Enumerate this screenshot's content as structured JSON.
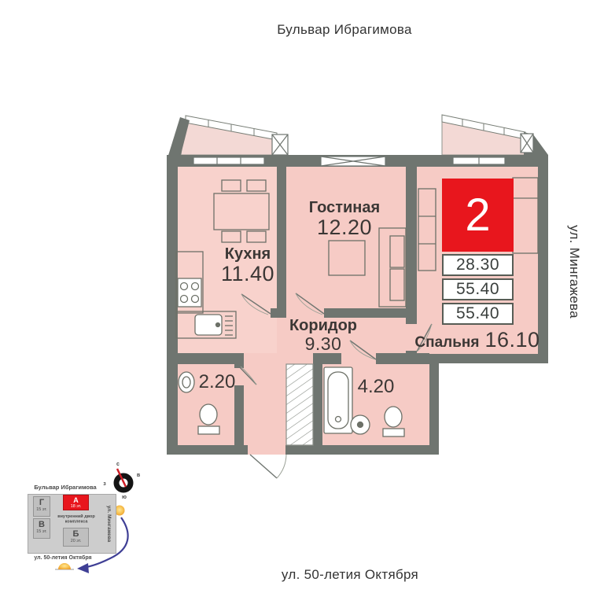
{
  "streets": {
    "top": "Бульвар Ибрагимова",
    "right": "ул. Мингажева",
    "bottom": "ул. 50-летия Октября"
  },
  "apartment": {
    "rooms_badge": "2",
    "stats": [
      "28.30",
      "55.40",
      "55.40"
    ],
    "rooms": {
      "kitchen": {
        "name": "Кухня",
        "area": "11.40"
      },
      "living": {
        "name": "Гостиная",
        "area": "12.20"
      },
      "corridor": {
        "name": "Коридор",
        "area": "9.30"
      },
      "bedroom": {
        "name": "Спальня",
        "area": "16.10"
      },
      "wc": {
        "area": "2.20"
      },
      "bathroom": {
        "area": "4.20"
      }
    }
  },
  "minimap": {
    "street_top": "Бульвар Ибрагимова",
    "street_right": "ул. Мингажева",
    "street_bottom": "ул. 50-летия Октября",
    "courtyard_line1": "внутренний двор",
    "courtyard_line2": "комплекса",
    "blocks": {
      "g": {
        "letter": "Г",
        "floors": "15 эт."
      },
      "v": {
        "letter": "В",
        "floors": "15 эт."
      },
      "a": {
        "letter": "А",
        "floors": "18 эт."
      },
      "b": {
        "letter": "Б",
        "floors": "20 эт."
      }
    },
    "compass": {
      "n": "с",
      "e": "в",
      "w": "з",
      "s": "ю"
    }
  },
  "colors": {
    "accent_red": "#e8161d",
    "wall_gray": "#6f7570",
    "room_pink": "#f6cbc5",
    "balcony_pink": "#f3d9d5",
    "arrow_blue": "#3f3f95"
  }
}
